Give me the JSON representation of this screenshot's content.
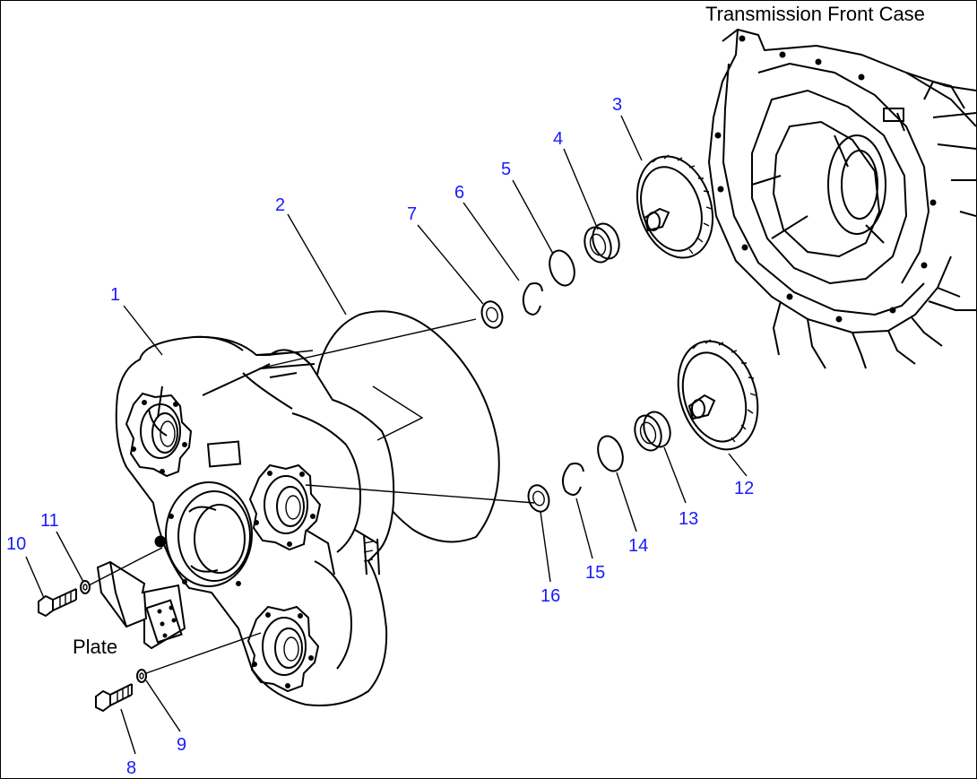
{
  "captions": {
    "transmission_front_case": "Transmission Front Case",
    "plate": "Plate"
  },
  "callouts": {
    "c1": "1",
    "c2": "2",
    "c3": "3",
    "c4": "4",
    "c5": "5",
    "c6": "6",
    "c7": "7",
    "c8": "8",
    "c9": "9",
    "c10": "10",
    "c11": "11",
    "c12": "12",
    "c13": "13",
    "c14": "14",
    "c15": "15",
    "c16": "16"
  },
  "colors": {
    "callout": "#1a1aff",
    "line": "#000000",
    "background": "#ffffff"
  }
}
